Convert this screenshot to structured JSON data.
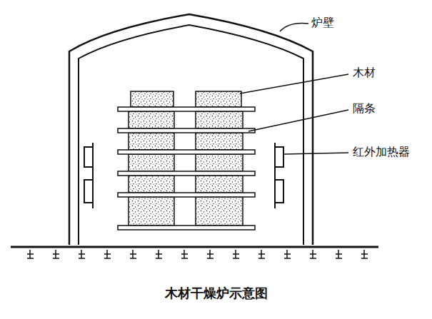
{
  "diagram": {
    "caption": "木材干燥炉示意图",
    "labels": [
      "炉壁",
      "木材",
      "隔条",
      "红外加热器"
    ]
  }
}
